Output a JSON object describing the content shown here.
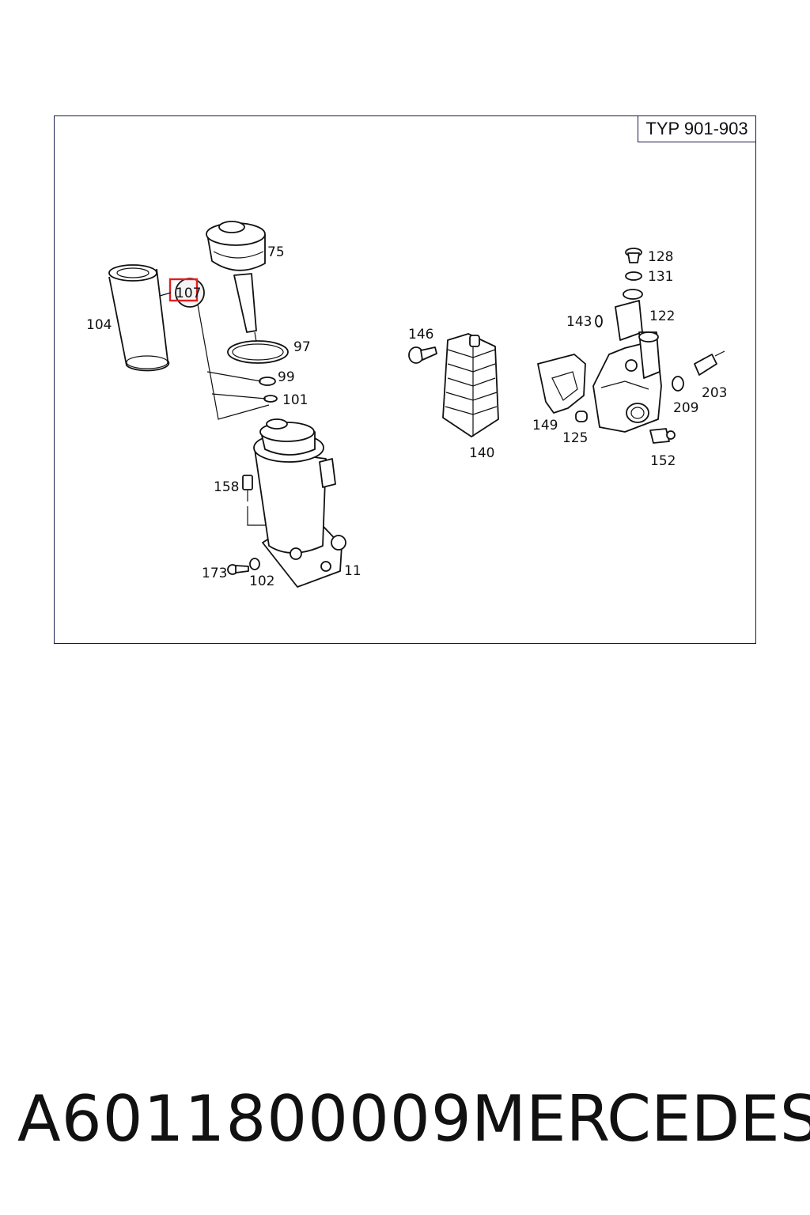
{
  "type_label": "TYP 901-903",
  "highlight_color": "#e02020",
  "callouts": {
    "c75": "75",
    "c107": "107",
    "c104": "104",
    "c97": "97",
    "c99": "99",
    "c101": "101",
    "c146": "146",
    "c140": "140",
    "c128": "128",
    "c131": "131",
    "c143": "143",
    "c122": "122",
    "c149": "149",
    "c125": "125",
    "c209": "209",
    "c203": "203",
    "c152": "152",
    "c158": "158",
    "c173": "173",
    "c102": "102",
    "c11": "11"
  },
  "footer": {
    "part_number": "A6011800009",
    "brand": "MERCEDES"
  }
}
